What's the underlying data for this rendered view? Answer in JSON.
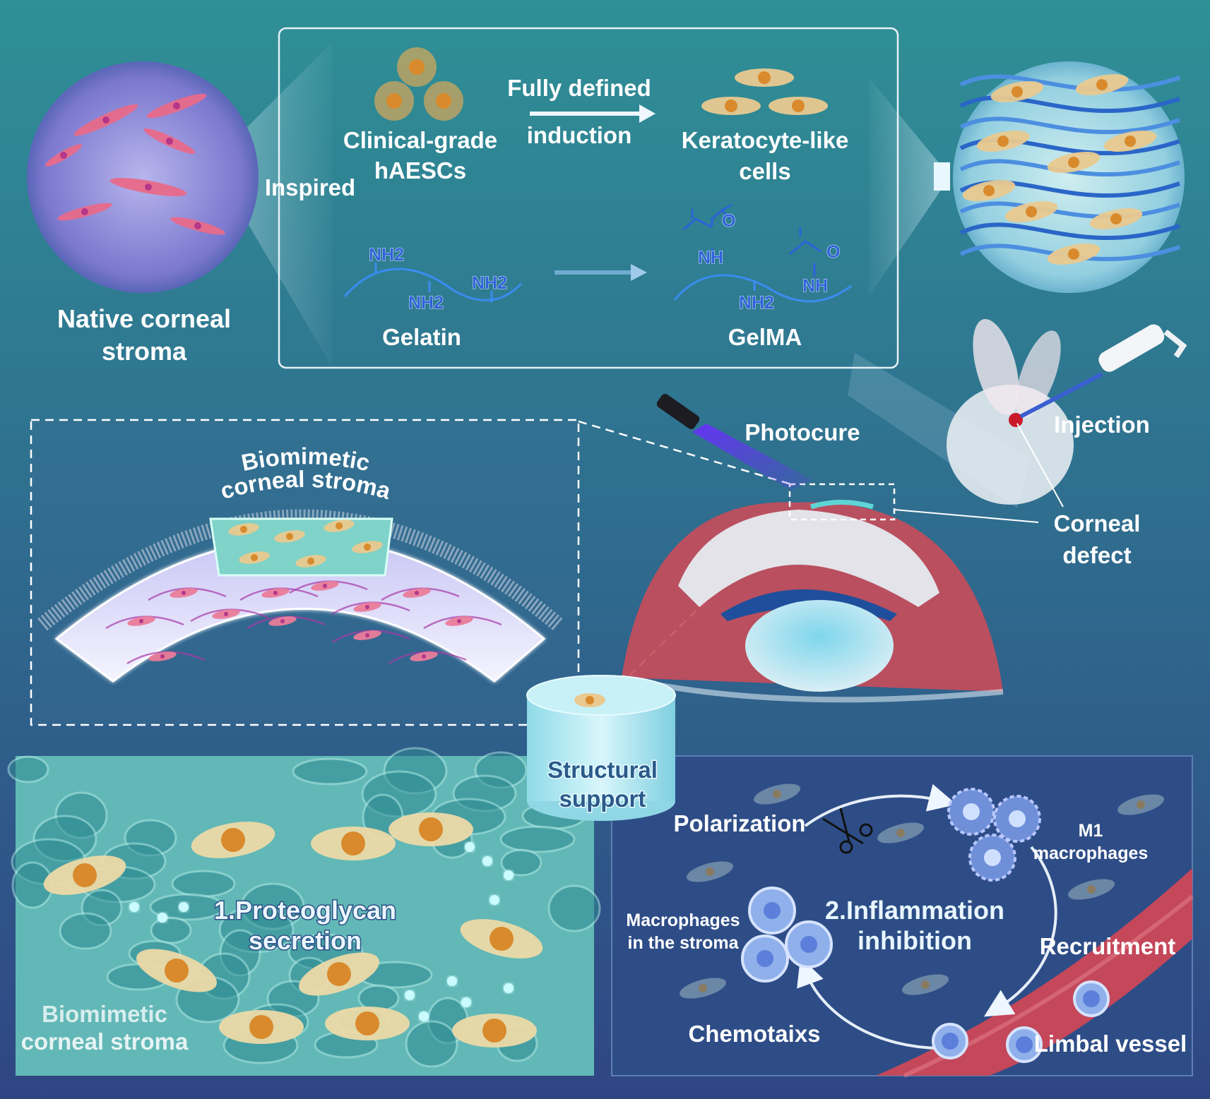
{
  "top_panel": {
    "native_label_line1": "Native corneal",
    "native_label_line2": "stroma",
    "inspired_label": "Inspired",
    "cells_label_line1": "Clinical-grade",
    "cells_label_line2": "hAESCs",
    "induction_label_line1": "Fully defined",
    "induction_label_line2": "induction",
    "keratocyte_label_line1": "Keratocyte-like",
    "keratocyte_label_line2": "cells",
    "gelatin_label": "Gelatin",
    "gelma_label": "GelMA",
    "nh2": "NH2",
    "nh": "NH",
    "o": "O"
  },
  "middle_panel": {
    "biomimetic_arc_line1": "Biomimetic",
    "biomimetic_arc_line2": "corneal stroma",
    "photocure_label": "Photocure",
    "injection_label": "Injection",
    "defect_label_line1": "Corneal",
    "defect_label_line2": "defect",
    "support_label_line1": "Structural",
    "support_label_line2": "support"
  },
  "bottom_left": {
    "title_line1": "1.Proteoglycan",
    "title_line2": "secretion",
    "caption_line1": "Biomimetic",
    "caption_line2": "corneal stroma"
  },
  "bottom_right": {
    "polarization_label": "Polarization",
    "m1_line1": "M1",
    "m1_line2": "macrophages",
    "stroma_macrophages_line1": "Macrophages",
    "stroma_macrophages_line2": "in the stroma",
    "title_line1": "2.Inflammation",
    "title_line2": "inhibition",
    "recruitment_label": "Recruitment",
    "chemotaxis_label": "Chemotaixs",
    "vessel_label": "Limbal vessel"
  },
  "colors": {
    "bg_top": "#2f9096",
    "bg_bottom": "#2f4a86",
    "teal_panel": "#5fb7b6",
    "navy_panel": "#2d4c86",
    "cell": "#e9c98f",
    "nucleus": "#d98a2c"
  }
}
